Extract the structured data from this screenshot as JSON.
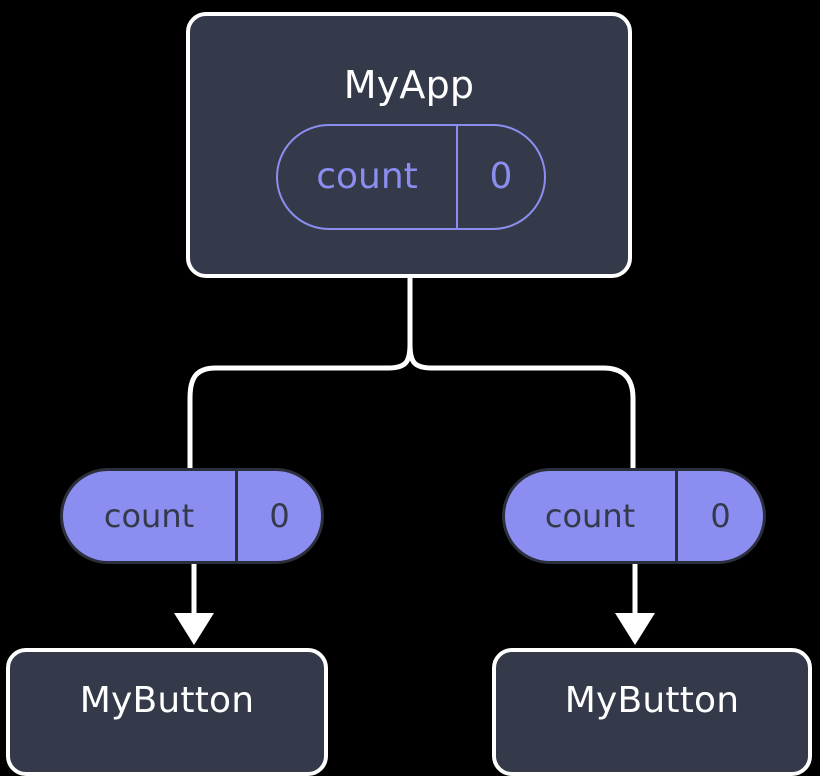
{
  "diagram": {
    "title": "component-state-tree",
    "background_color": "#000000",
    "colors": {
      "node_fill": "#343a4a",
      "node_border": "#ffffff",
      "accent_purple": "#8b8ef0",
      "pill_border_dark": "#2b2f3c",
      "wire": "#ffffff",
      "dark_text": "#343a4a"
    }
  },
  "nodes": {
    "root": {
      "label": "MyApp",
      "state_pill": {
        "key": "count",
        "value": "0",
        "style": "outlined"
      }
    },
    "children": [
      {
        "state_pill": {
          "key": "count",
          "value": "0",
          "style": "filled"
        },
        "label": "MyButton"
      },
      {
        "state_pill": {
          "key": "count",
          "value": "0",
          "style": "filled"
        },
        "label": "MyButton"
      }
    ]
  },
  "connectors": {
    "trunk": "root-to-fork",
    "branches": [
      "fork-to-left-pill",
      "fork-to-right-pill"
    ],
    "arrows": [
      "left-pill-to-left-button",
      "right-pill-to-right-button"
    ]
  }
}
